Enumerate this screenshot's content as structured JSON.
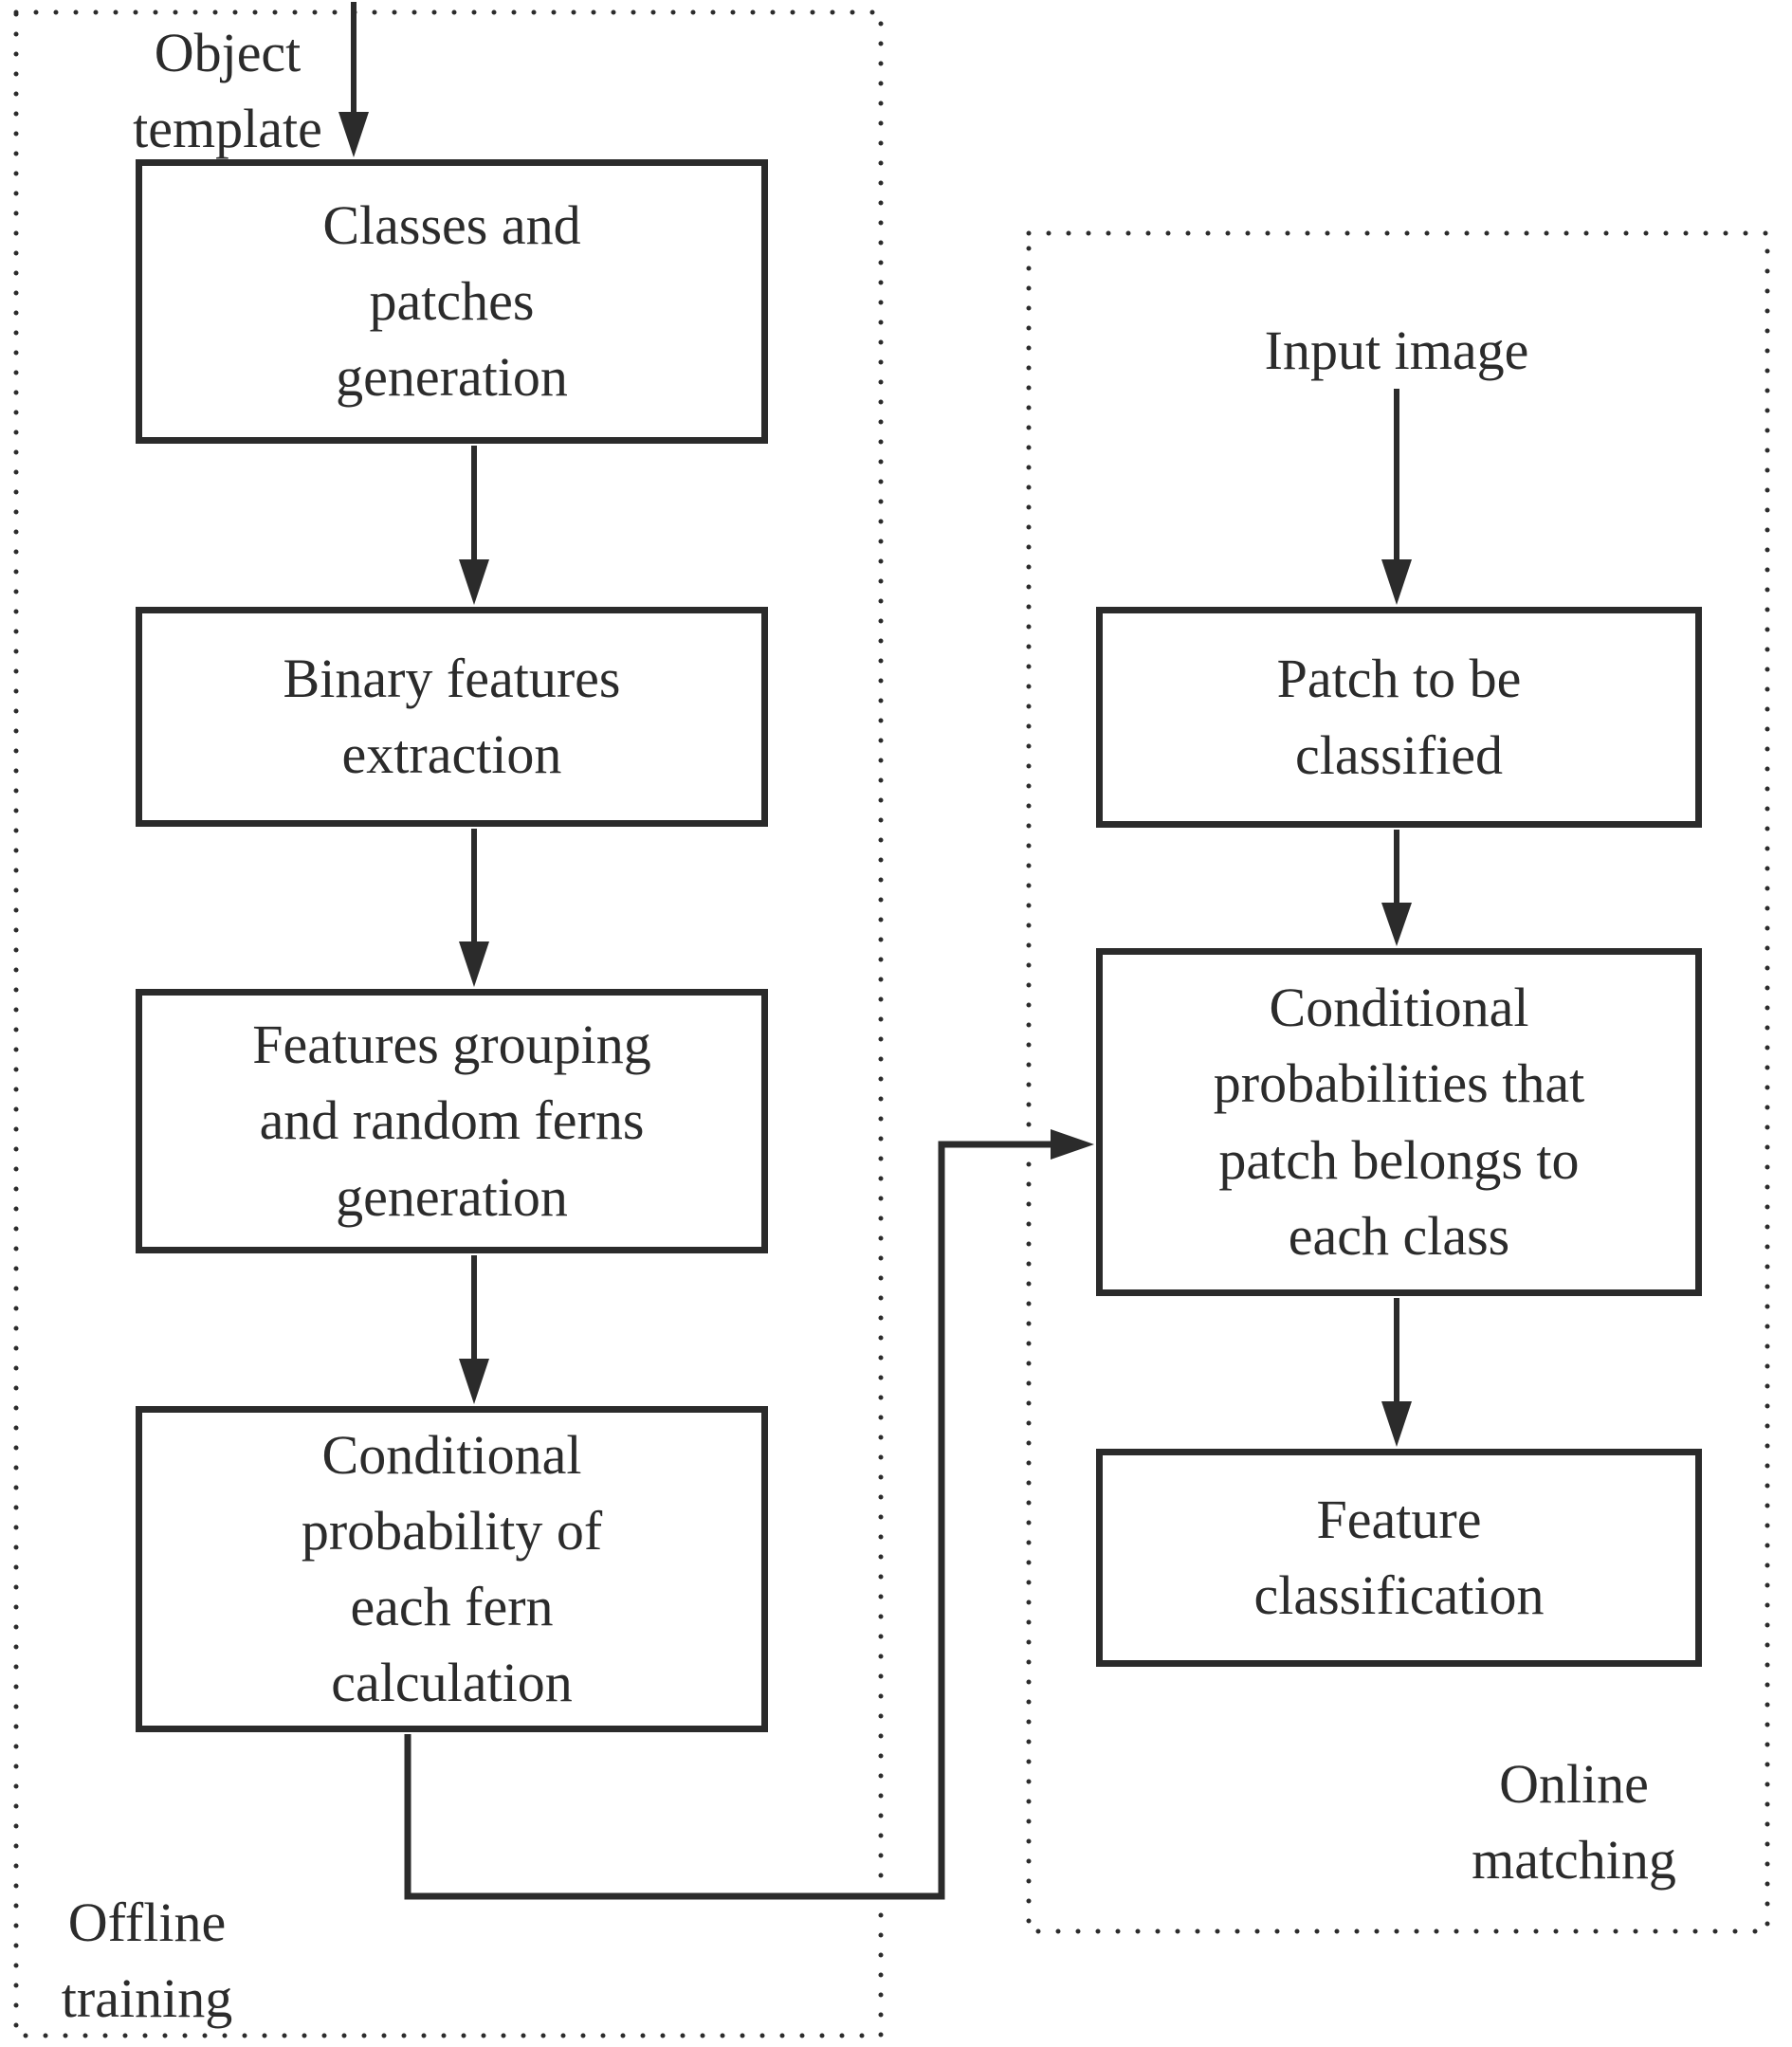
{
  "colors": {
    "ink": "#2b2b2b",
    "background": "#ffffff"
  },
  "offline_section": {
    "region_label": [
      "Offline",
      "training"
    ],
    "input_label": [
      "Object",
      "template"
    ],
    "boxes": [
      {
        "label": [
          "Classes and",
          "patches",
          "generation"
        ]
      },
      {
        "label": [
          "Binary features",
          "extraction"
        ]
      },
      {
        "label": [
          "Features grouping",
          "and random ferns",
          "generation"
        ]
      },
      {
        "label": [
          "Conditional",
          "probability of",
          "each fern",
          "calculation"
        ]
      }
    ]
  },
  "online_section": {
    "region_label": [
      "Online",
      "matching"
    ],
    "input_label": "Input image",
    "boxes": [
      {
        "label": [
          "Patch to be",
          "classified"
        ]
      },
      {
        "label": [
          "Conditional",
          "probabilities that",
          "patch belongs to",
          "each class"
        ]
      },
      {
        "label": [
          "Feature",
          "classification"
        ]
      }
    ]
  }
}
